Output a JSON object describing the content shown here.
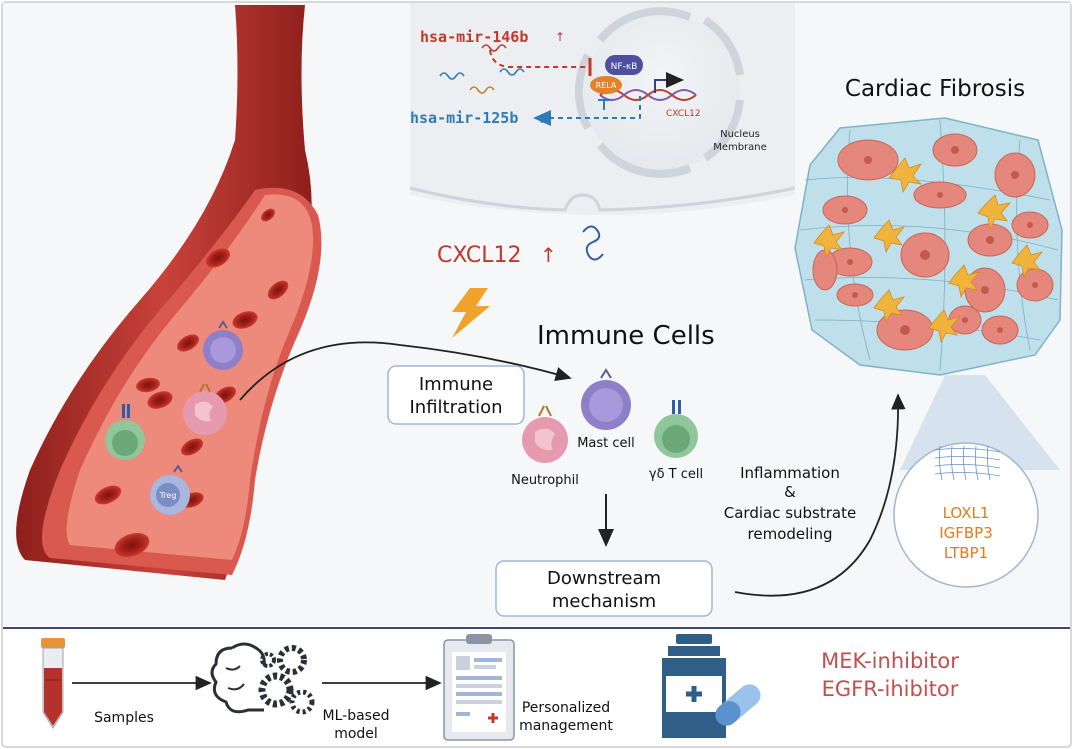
{
  "nucleus": {
    "mir146": "hsa-mir-146b",
    "mir146_arrow": "↑",
    "mir125": "hsa-mir-125b",
    "mir125_arrow": "↓",
    "nfkb": "NF-κB",
    "rela": "RELA",
    "cxcl12_gene": "CXCL12",
    "membrane_line1": "Nucleus",
    "membrane_line2": "Membrane"
  },
  "cxcl12": {
    "label": "CXCL12",
    "arrow": "↑"
  },
  "cardiac": {
    "title": "Cardiac Fibrosis"
  },
  "immune": {
    "title": "Immune Cells",
    "infiltration_line1": "Immune",
    "infiltration_line2": "Infiltration",
    "mast": "Mast cell",
    "neutrophil": "Neutrophil",
    "gdt": "γδ T cell",
    "treg": "Treg"
  },
  "downstream": {
    "line1": "Downstream",
    "line2": "mechanism"
  },
  "inflammation": {
    "line1": "Inflammation",
    "line2": "&",
    "line3": "Cardiac substrate",
    "line4": "remodeling"
  },
  "genes": [
    "LOXL1",
    "IGFBP3",
    "LTBP1"
  ],
  "bottom": {
    "samples": "Samples",
    "model_line1": "ML-based",
    "model_line2": "model",
    "pm_line1": "Personalized",
    "pm_line2": "management",
    "drug1": "MEK-inhibitor",
    "drug2": "EGFR-ihibitor"
  },
  "colors": {
    "mir146": "#c0392b",
    "mir125": "#2e7bb6",
    "cxcl12": "#c0392b",
    "genes": "#e07b1f",
    "drugs": "#c0504d",
    "vessel": "#b5322c",
    "divider": "#3d4a6b"
  }
}
